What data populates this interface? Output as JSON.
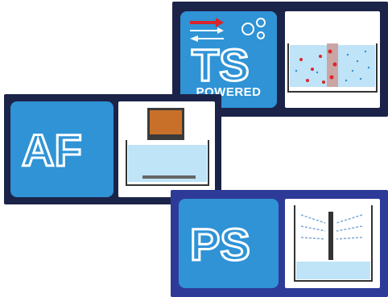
{
  "ts": {
    "logo": "TS",
    "subtitle": "POWERED"
  },
  "af": {
    "logo": "AF"
  },
  "ps": {
    "logo": "PS"
  },
  "colors": {
    "panel_dark": "#1c2348",
    "panel_blue": "#2e3a98",
    "badge_blue": "#2f93d6",
    "water": "#bfe3f7",
    "accent_red": "#d9262b"
  },
  "icons": [
    "arrows-icon",
    "bubbles-icon",
    "tank-diagram-icon",
    "filter-diagram-icon",
    "spray-diagram-icon"
  ]
}
